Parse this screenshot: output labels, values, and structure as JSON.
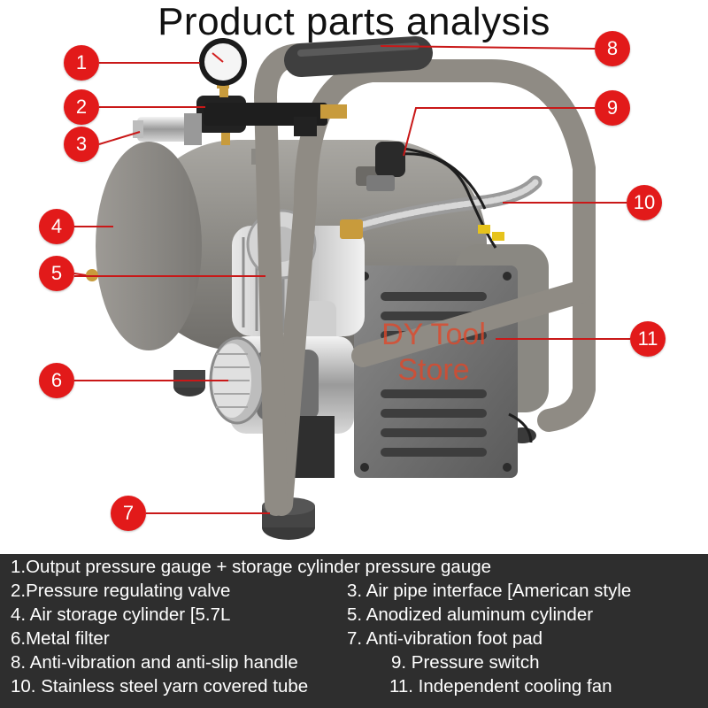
{
  "title": "Product parts analysis",
  "watermark": {
    "line1": "DY Tool",
    "line2": "Store"
  },
  "markers": [
    "1",
    "2",
    "3",
    "4",
    "5",
    "6",
    "7",
    "8",
    "9",
    "10",
    "11"
  ],
  "legend": {
    "row1": "1.Output pressure gauge + storage cylinder pressure gauge",
    "row2_left": "2.Pressure regulating valve",
    "row2_right": "3. Air pipe interface [American style",
    "row3_left": "4. Air storage cylinder [5.7L",
    "row3_right": "5. Anodized aluminum cylinder",
    "row4_left": "6.Metal filter",
    "row4_right": "7. Anti-vibration foot pad",
    "row5_left": "8. Anti-vibration and anti-slip handle",
    "row5_right": "9. Pressure switch",
    "row6_left": "10. Stainless steel yarn covered tube",
    "row6_right": "11. Independent cooling fan"
  },
  "colors": {
    "marker": "#e21a1a",
    "leader_line": "#c91818",
    "legend_background": "#2e2e2e",
    "legend_text": "#ffffff",
    "watermark": "#e24628",
    "tank": "#8c8983",
    "frame": "#8f8b84"
  }
}
